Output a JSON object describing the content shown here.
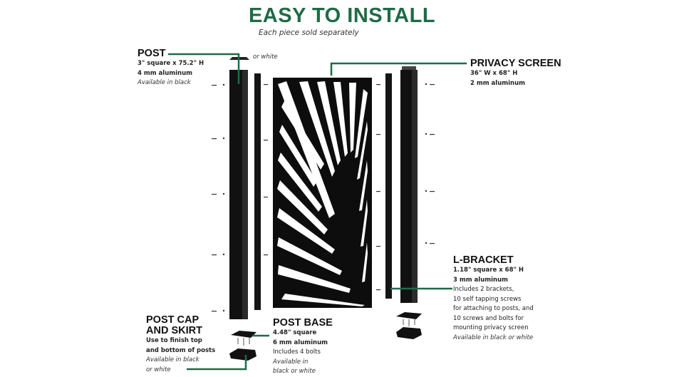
{
  "title": "EASY TO INSTALL",
  "subtitle": "Each piece sold separately",
  "accent_color": "#1f6b46",
  "post": {
    "heading": "POST",
    "lines": [
      "3\" square x 75.2\" H",
      "4 mm aluminum",
      "Available in black"
    ],
    "continued": "or white"
  },
  "privacy_screen": {
    "heading": "PRIVACY SCREEN",
    "lines": [
      "36\" W x 68\" H",
      "2 mm aluminum"
    ]
  },
  "l_bracket": {
    "heading": "L-BRACKET",
    "lines": [
      "1.18\" square x 68\" H",
      "3 mm aluminum",
      "Includes 2 brackets,",
      "10 self tapping screws",
      "for attaching to posts, and",
      "10 screws and bolts for",
      "mounting privacy screen",
      "Available in black or white"
    ]
  },
  "post_cap": {
    "heading_1": "POST CAP",
    "heading_2": "AND SKIRT",
    "lines": [
      "Use to finish top",
      "and bottom of posts",
      "Available in black",
      "or white"
    ]
  },
  "post_base": {
    "heading": "POST BASE",
    "lines": [
      "4.48\" square",
      "6 mm aluminum",
      "Includes 4 bolts",
      "Available in",
      "black or white"
    ]
  }
}
